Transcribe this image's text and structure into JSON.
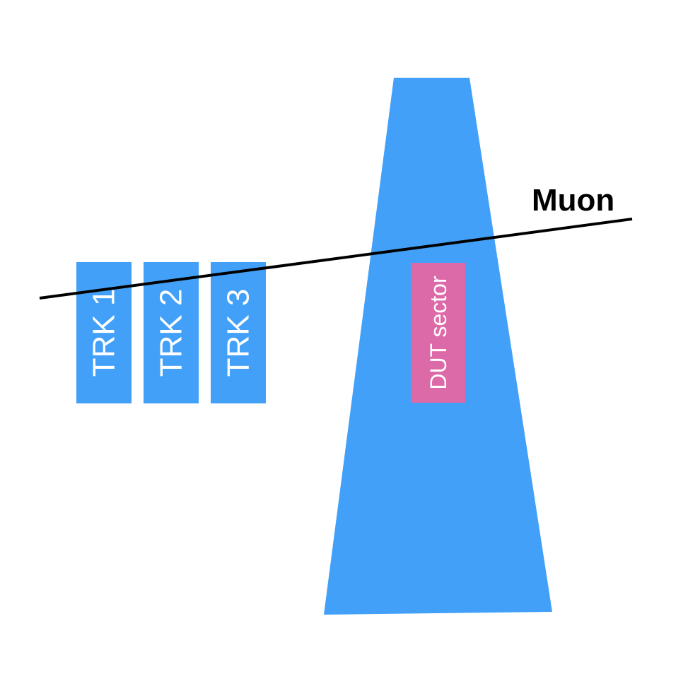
{
  "colors": {
    "plane_blue": "#42a0f8",
    "dut_pink": "#dd6aa8",
    "track_black": "#000000",
    "background": "#ffffff"
  },
  "tracker_planes": [
    {
      "label": "TRK 1"
    },
    {
      "label": "TRK 2"
    },
    {
      "label": "TRK 3"
    }
  ],
  "detector": {
    "dut_label": "DUT sector"
  },
  "track": {
    "label": "Muon"
  }
}
